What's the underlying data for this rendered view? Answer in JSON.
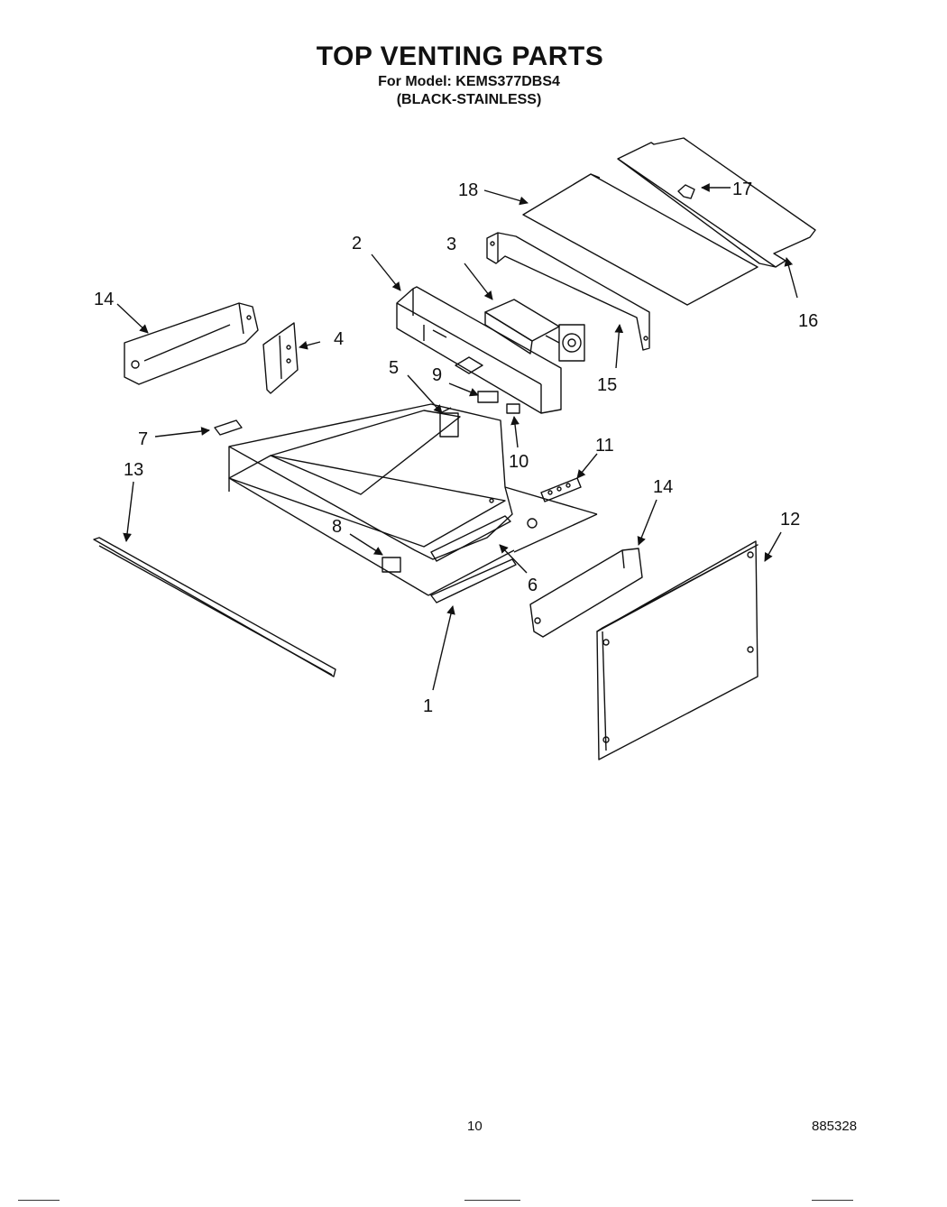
{
  "header": {
    "title": "TOP VENTING PARTS",
    "model_line": "For Model: KEMS377DBS4",
    "finish_line": "(BLACK-STAINLESS)"
  },
  "callouts": [
    "1",
    "2",
    "3",
    "4",
    "5",
    "6",
    "7",
    "8",
    "9",
    "10",
    "11",
    "12",
    "13",
    "14",
    "14",
    "15",
    "16",
    "17",
    "18"
  ],
  "footer": {
    "page_number": "10",
    "doc_code": "885328"
  }
}
